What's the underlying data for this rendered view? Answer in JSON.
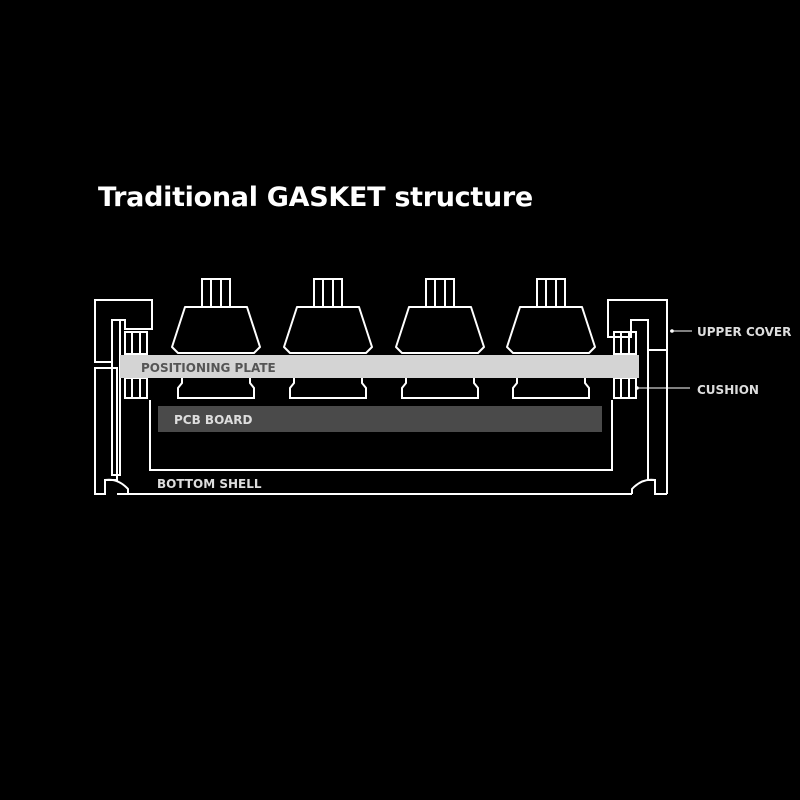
{
  "title": "Traditional GASKET structure",
  "labels": {
    "positioning_plate": "POSITIONING PLATE",
    "pcb_board": "PCB BOARD",
    "bottom_shell": "BOTTOM SHELL",
    "upper_cover": "UPPER COVER",
    "cushion": "CUSHION"
  },
  "colors": {
    "background": "#000000",
    "line": "#ffffff",
    "plate": "#d4d4d4",
    "pcb": "#4a4a4a",
    "label": "#dddddd"
  }
}
